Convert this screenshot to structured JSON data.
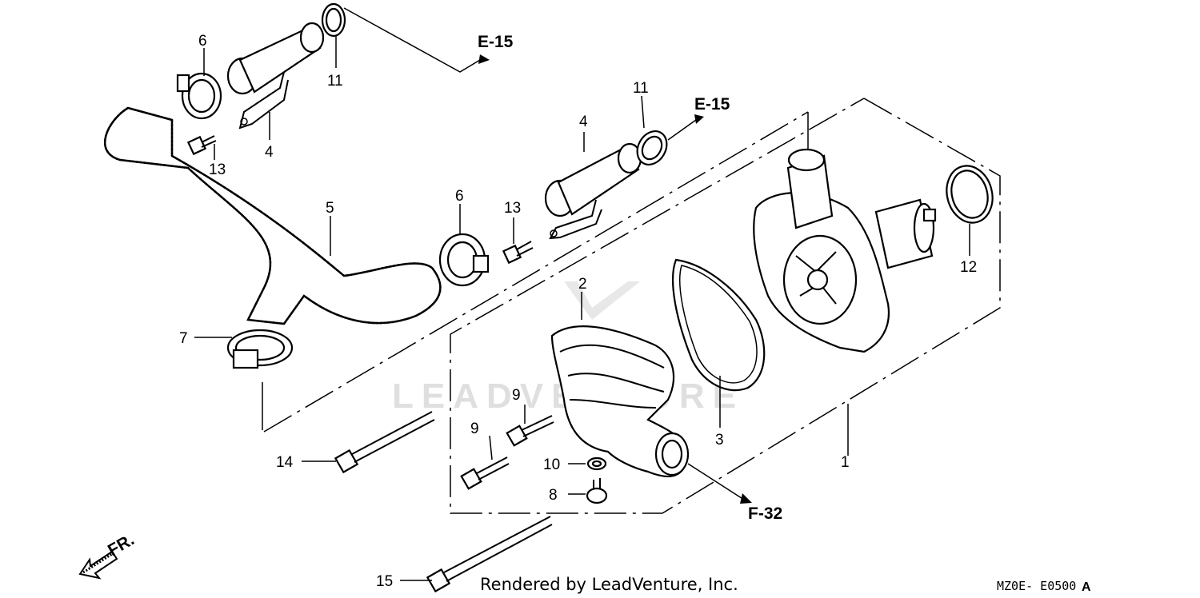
{
  "diagram": {
    "callouts": {
      "p1": "1",
      "p2": "2",
      "p3": "3",
      "p4a": "4",
      "p4b": "4",
      "p5": "5",
      "p6a": "6",
      "p6b": "6",
      "p7": "7",
      "p8": "8",
      "p9a": "9",
      "p9b": "9",
      "p10": "10",
      "p11a": "11",
      "p11b": "11",
      "p12": "12",
      "p13a": "13",
      "p13b": "13",
      "p14": "14",
      "p15": "15"
    },
    "references": {
      "e15a": "E-15",
      "e15b": "E-15",
      "f32": "F-32"
    },
    "front_marker": "FR.",
    "watermark": "LEADVENTURE",
    "footer_text": "Rendered by LeadVenture, Inc.",
    "diagram_code": "MZ0E- E0500",
    "diagram_code_suffix": "A"
  }
}
